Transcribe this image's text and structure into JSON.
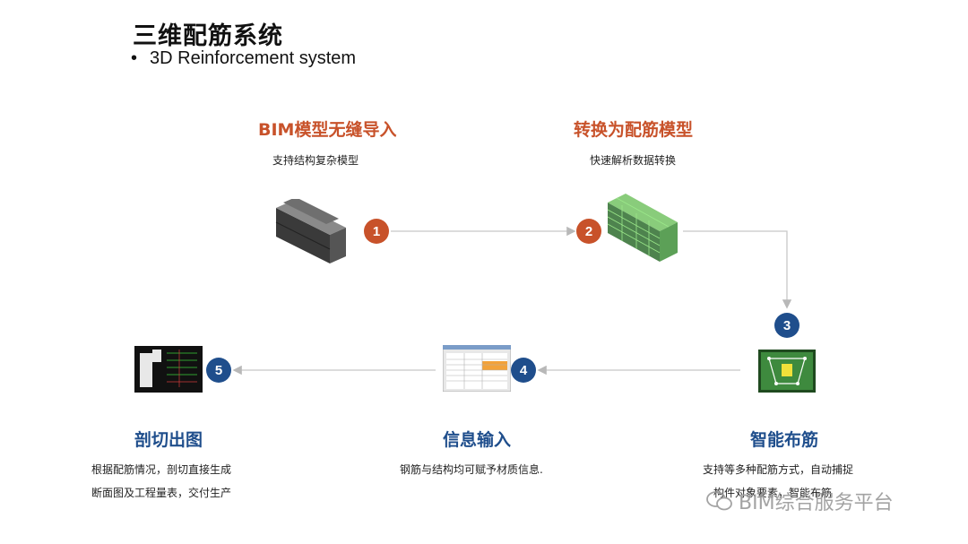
{
  "header": {
    "title": "三维配筋系统",
    "subtitle_bullet": "•",
    "subtitle": "3D Reinforcement system"
  },
  "steps": [
    {
      "number": "1",
      "title": "BIM模型无缝导入",
      "desc": [
        "支持结构复杂模型"
      ],
      "icon": "concrete-beam-icon",
      "color": "#c8522a"
    },
    {
      "number": "2",
      "title": "转换为配筋模型",
      "desc": [
        "快速解析数据转换"
      ],
      "icon": "rebar-model-icon",
      "color": "#c8522a"
    },
    {
      "number": "3",
      "title": "智能布筋",
      "desc": [
        "支持等多种配筋方式，自动捕捉",
        "构件对象要素，智能布筋"
      ],
      "icon": "section-rebar-icon",
      "color": "#1f4e8c"
    },
    {
      "number": "4",
      "title": "信息输入",
      "desc": [
        "钢筋与结构均可赋予材质信息."
      ],
      "icon": "data-table-icon",
      "color": "#1f4e8c"
    },
    {
      "number": "5",
      "title": "剖切出图",
      "desc": [
        "根据配筋情况，剖切直接生成",
        "断面图及工程量表，交付生产"
      ],
      "icon": "drawing-sheet-icon",
      "color": "#1f4e8c"
    }
  ],
  "watermark": "BIM综合服务平台"
}
